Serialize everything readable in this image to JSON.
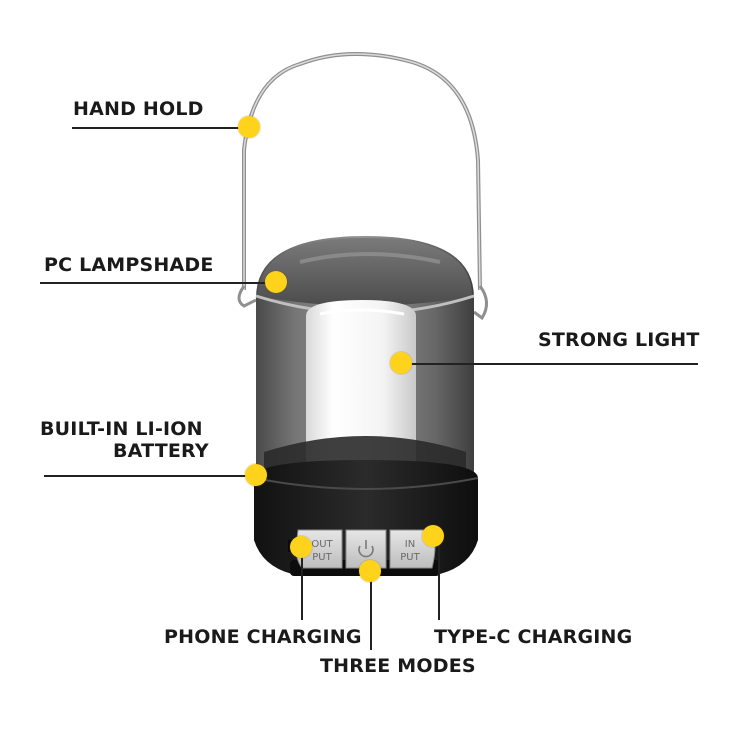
{
  "callouts": {
    "hand_hold": "HAND HOLD",
    "pc_lampshade": "PC LAMPSHADE",
    "strong_light": "STRONG LIGHT",
    "battery_line1": "BUILT-IN LI-ION",
    "battery_line2": "BATTERY",
    "phone_charging": "PHONE CHARGING",
    "three_modes": "THREE MODES",
    "type_c_charging": "TYPE-C CHARGING"
  },
  "buttons": {
    "output_line1": "OUT",
    "output_line2": "PUT",
    "input_line1": "IN",
    "input_line2": "PUT"
  },
  "colors": {
    "callout_dot": "#ffd21c",
    "leader_line": "#222222",
    "lamp_body": "#1b1b1b"
  }
}
